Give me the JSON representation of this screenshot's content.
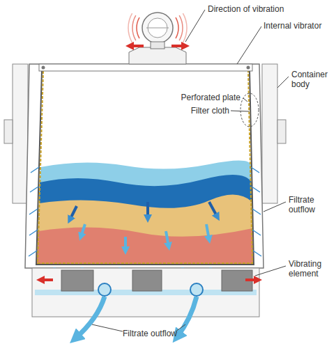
{
  "diagram": {
    "labels": [
      "Direction of vibration",
      "Internal vibrator",
      "Container body",
      "Perforated plate",
      "Filter cloth",
      "Filtrate outflow",
      "Vibrating element",
      "Filtrate outflow"
    ]
  }
}
